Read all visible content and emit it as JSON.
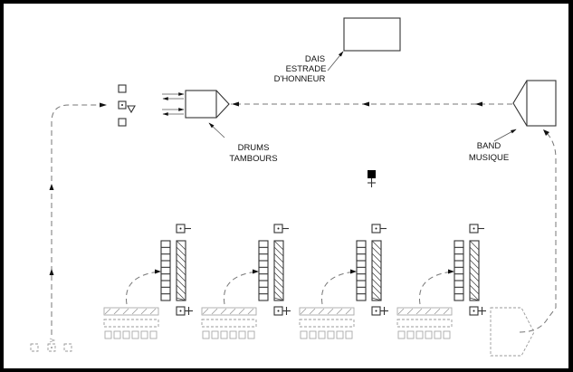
{
  "diagram": {
    "type": "parade formation layout",
    "labels": {
      "dais": [
        "DAIS",
        "ESTRADE",
        "D'HONNEUR"
      ],
      "drums": [
        "DRUMS",
        "TAMBOURS"
      ],
      "band": [
        "BAND",
        "MUSIQUE"
      ]
    },
    "elements": {
      "dais": "dais platform (rectangle)",
      "drums": "drums unit (rectangle with triangular head)",
      "band": "band unit (rectangle with triangular head)",
      "reviewing_officer": "filled square with cross",
      "commanders": [
        "hollow square",
        "square with dot and triangle",
        "hollow square"
      ],
      "start_position": [
        "dashed square",
        "dashed square with dot",
        "dashed square"
      ],
      "contingent_count": 4
    },
    "routes": {
      "march_route": "dashed path from start position up left side to drums",
      "band_route": "dashed path from band start position up right side to band",
      "main_route": "dashed path from band to drums past dais"
    }
  }
}
